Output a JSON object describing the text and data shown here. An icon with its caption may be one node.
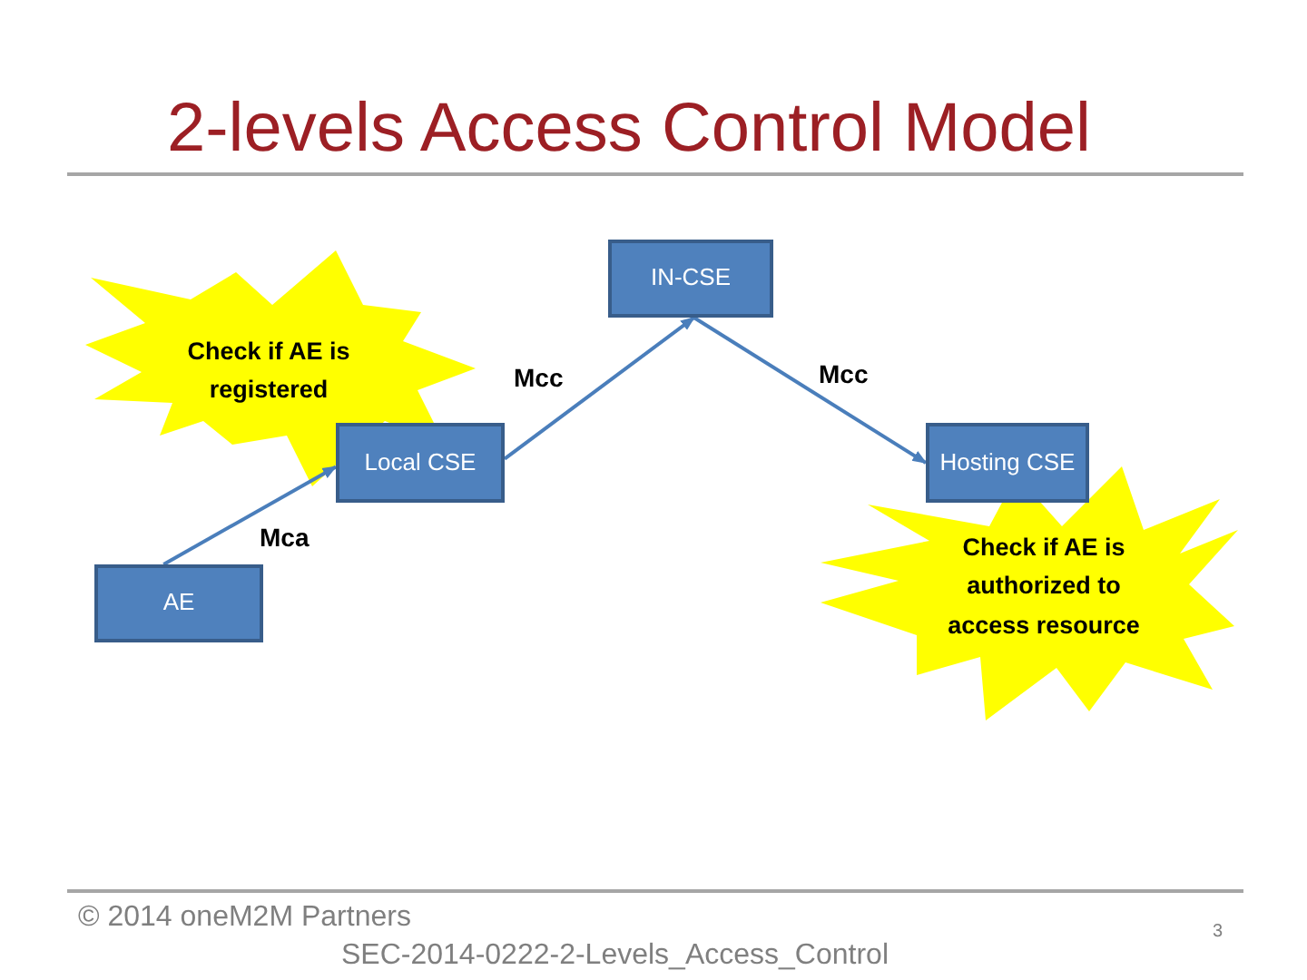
{
  "diagram": {
    "title": "2-levels Access Control Model",
    "nodes": [
      {
        "text": [
          "IN-CSE"
        ]
      },
      {
        "text": [
          "Check if AE is registered"
        ]
      },
      {
        "text": [
          "Local CSE"
        ]
      },
      {
        "text": [
          "Hosting CSE"
        ]
      },
      {
        "text": [
          "AE"
        ]
      },
      {
        "text": [
          "Check if AE is authorized to access resource"
        ]
      }
    ],
    "edges": [
      {
        "from": 4,
        "to": 2,
        "arrow": "to",
        "label": "Mca"
      },
      {
        "from": 2,
        "to": 0,
        "arrow": "to",
        "label": "Mcc"
      },
      {
        "from": 0,
        "to": 3,
        "arrow": "to",
        "label": "Mcc"
      }
    ],
    "labels": [
      "© 2014 oneM2M Partners",
      "SEC-2014-0222-2-Levels_Access_Control",
      "3"
    ]
  }
}
